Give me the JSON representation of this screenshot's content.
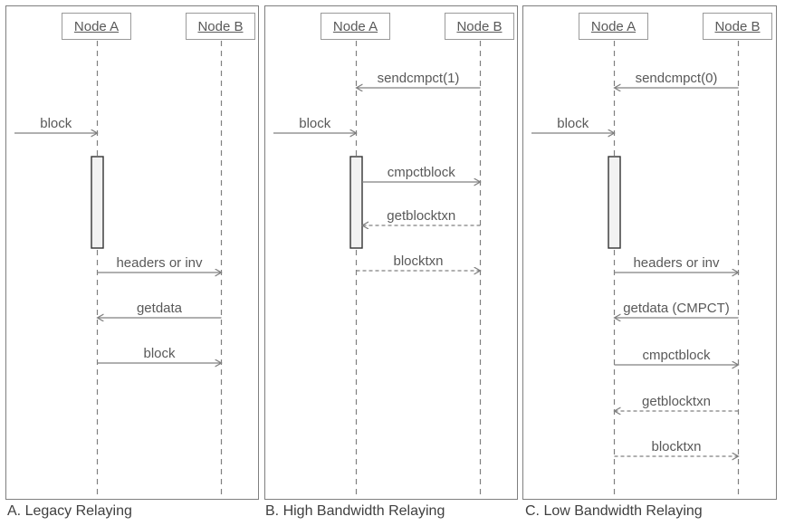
{
  "diagram": {
    "panels": [
      {
        "caption": "A. Legacy Relaying",
        "actors": [
          "Node A",
          "Node B"
        ],
        "messages": [
          {
            "label": "block",
            "from": "edge",
            "to": "A",
            "line": "solid"
          },
          {
            "label": "headers or inv",
            "from": "A",
            "to": "B",
            "line": "solid"
          },
          {
            "label": "getdata",
            "from": "B",
            "to": "A",
            "line": "solid"
          },
          {
            "label": "block",
            "from": "A",
            "to": "B",
            "line": "solid"
          }
        ]
      },
      {
        "caption": "B. High Bandwidth Relaying",
        "actors": [
          "Node A",
          "Node B"
        ],
        "messages": [
          {
            "label": "sendcmpct(1)",
            "from": "B",
            "to": "A",
            "line": "solid"
          },
          {
            "label": "block",
            "from": "edge",
            "to": "A",
            "line": "solid"
          },
          {
            "label": "cmpctblock",
            "from": "A",
            "to": "B",
            "line": "solid"
          },
          {
            "label": "getblocktxn",
            "from": "B",
            "to": "A",
            "line": "dashed"
          },
          {
            "label": "blocktxn",
            "from": "A",
            "to": "B",
            "line": "dashed"
          }
        ]
      },
      {
        "caption": "C. Low Bandwidth Relaying",
        "actors": [
          "Node A",
          "Node B"
        ],
        "messages": [
          {
            "label": "sendcmpct(0)",
            "from": "B",
            "to": "A",
            "line": "solid"
          },
          {
            "label": "block",
            "from": "edge",
            "to": "A",
            "line": "solid"
          },
          {
            "label": "headers or inv",
            "from": "A",
            "to": "B",
            "line": "solid"
          },
          {
            "label": "getdata (CMPCT)",
            "from": "B",
            "to": "A",
            "line": "solid"
          },
          {
            "label": "cmpctblock",
            "from": "A",
            "to": "B",
            "line": "solid"
          },
          {
            "label": "getblocktxn",
            "from": "B",
            "to": "A",
            "line": "dashed"
          },
          {
            "label": "blocktxn",
            "from": "A",
            "to": "B",
            "line": "dashed"
          }
        ]
      }
    ],
    "colors": {
      "line": "#808080",
      "message_text": "#595959",
      "caption_text": "#3f3f3f",
      "activation_fill": "#f2f2f2",
      "activation_border": "#333333"
    }
  }
}
